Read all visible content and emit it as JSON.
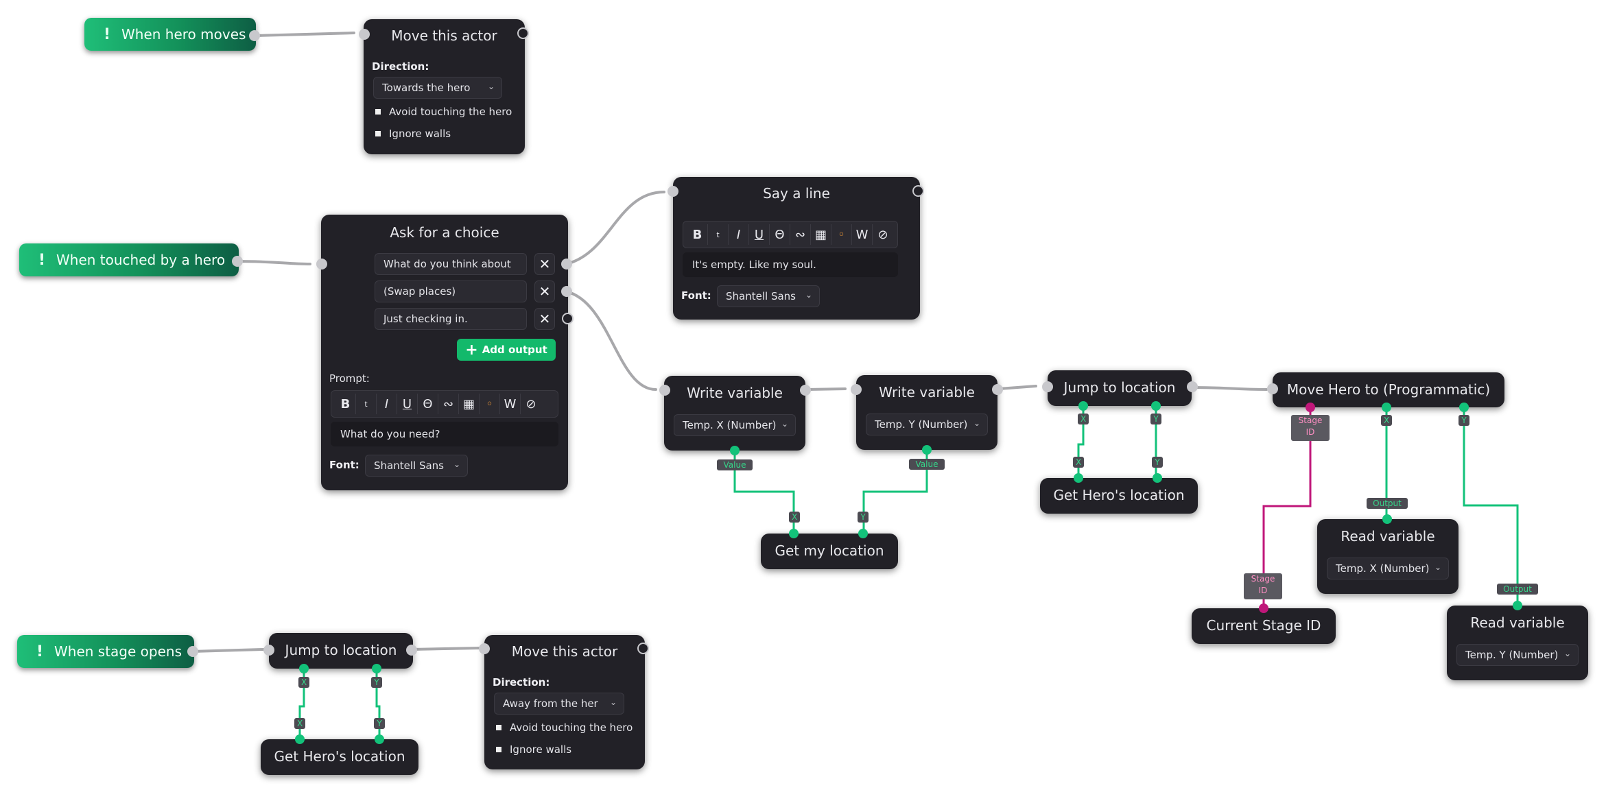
{
  "triggers": {
    "hero_moves": "When hero moves",
    "touched": "When touched by a hero",
    "stage_opens": "When stage opens"
  },
  "move_actor_1": {
    "title": "Move this actor",
    "direction_label": "Direction:",
    "direction_value": "Towards the hero",
    "opt1": "Avoid touching the hero",
    "opt2": "Ignore walls"
  },
  "ask_choice": {
    "title": "Ask for a choice",
    "options": [
      "What do you think about",
      "(Swap places)",
      "Just checking in."
    ],
    "add_output": "Add output",
    "prompt_label": "Prompt:",
    "prompt_text": "What do you need?",
    "font_label": "Font:",
    "font_value": "Shantell Sans"
  },
  "say_line": {
    "title": "Say a line",
    "text": "It's empty. Like my soul.",
    "font_label": "Font:",
    "font_value": "Shantell Sans"
  },
  "write_var_1": {
    "title": "Write variable",
    "value": "Temp. X (Number)",
    "port": "Value"
  },
  "write_var_2": {
    "title": "Write variable",
    "value": "Temp. Y (Number)",
    "port": "Value"
  },
  "get_my_location": {
    "title": "Get my location",
    "x": "X",
    "y": "Y"
  },
  "jump_1": {
    "title": "Jump to location",
    "x": "X",
    "y": "Y"
  },
  "get_hero_loc_1": {
    "title": "Get Hero's location",
    "x": "X",
    "y": "Y"
  },
  "move_hero": {
    "title": "Move Hero to (Programmatic)",
    "stage": "Stage ID",
    "x": "X",
    "y": "Y"
  },
  "read_var_x": {
    "title": "Read variable",
    "value": "Temp. X (Number)",
    "output": "Output"
  },
  "read_var_y": {
    "title": "Read variable",
    "value": "Temp. Y (Number)",
    "output": "Output"
  },
  "current_stage": {
    "title": "Current Stage ID",
    "stage": "Stage ID"
  },
  "jump_2": {
    "title": "Jump to location",
    "x": "X",
    "y": "Y"
  },
  "get_hero_loc_2": {
    "title": "Get Hero's location",
    "x": "X",
    "y": "Y"
  },
  "move_actor_2": {
    "title": "Move this actor",
    "direction_label": "Direction:",
    "direction_value": "Away from the her",
    "opt1": "Avoid touching the hero",
    "opt2": "Ignore walls"
  },
  "toolbar_icons": [
    "bold-icon",
    "small-text-icon",
    "italic-icon",
    "underline-icon",
    "strikethrough-icon",
    "wavy-icon",
    "gift-icon",
    "rainbow-icon",
    "shake-icon",
    "clear-format-icon"
  ],
  "colors": {
    "canvas": "#ffffff",
    "node": "#222127",
    "exec_wire": "#aaaaaa",
    "data_wire": "#13c27a",
    "stage_wire": "#c0177a",
    "trigger": "#13915a"
  }
}
